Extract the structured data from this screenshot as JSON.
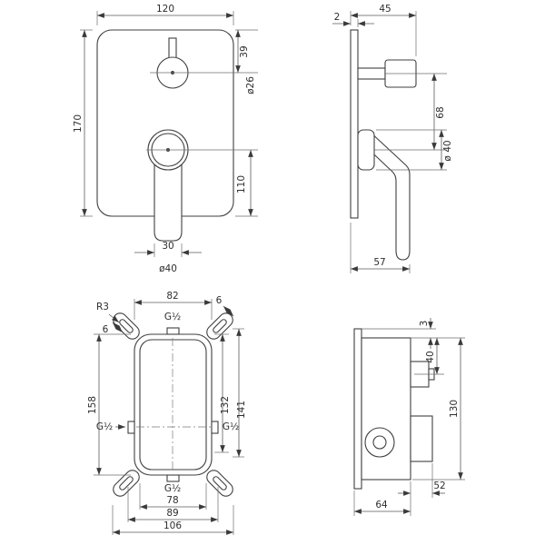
{
  "drawing": {
    "trim_front": {
      "width": "120",
      "height": "170",
      "knob_offset": "39",
      "knob_dia": "ø26",
      "lever_offset": "110",
      "handle_width": "30",
      "handle_dia": "ø40"
    },
    "trim_side": {
      "depth": "45",
      "plate_thickness": "2",
      "knob_to_lever": "68",
      "escutcheon_dia": "ø 40",
      "handle_reach": "57"
    },
    "box_front": {
      "body_width": "82",
      "slot_width_right": "6",
      "corner_radius": "R3",
      "slot_width_left": "6",
      "port_top": "G½",
      "height": "158",
      "inner_height": "132",
      "outer_height": "141",
      "port_left": "G½",
      "port_right": "G½",
      "port_bottom": "G½",
      "width_inner": "78",
      "width_ports": "89",
      "width_ears": "106"
    },
    "box_side": {
      "flange_thickness": "3",
      "port_top_offset": "40",
      "height": "130",
      "port_depth": "52",
      "depth": "64"
    }
  }
}
